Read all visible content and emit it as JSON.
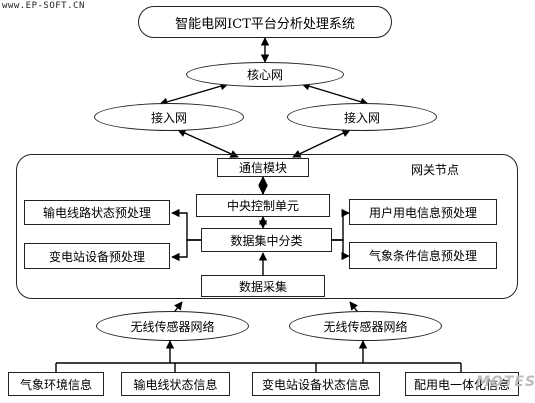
{
  "watermark": "www.EP-SOFT.CN",
  "corner_mark": "MOTES",
  "title": "智能电网ICT平台分析处理系统",
  "core_net": "核心网",
  "access_left": "接入网",
  "access_right": "接入网",
  "gateway": {
    "label": "网关节点",
    "comm_module": "通信模块",
    "central_control": "中央控制单元",
    "data_hub": "数据集中分类",
    "data_collect": "数据采集",
    "left_top": "输电线路状态预处理",
    "left_bottom": "变电站设备预处理",
    "right_top": "用户用电信息预处理",
    "right_bottom": "气象条件信息预处理"
  },
  "sensor_left": "无线传感器网络",
  "sensor_right": "无线传感器网络",
  "sources": [
    "气象环境信息",
    "输电线状态信息",
    "变电站设备状态信息",
    "配用电一体化信息"
  ]
}
